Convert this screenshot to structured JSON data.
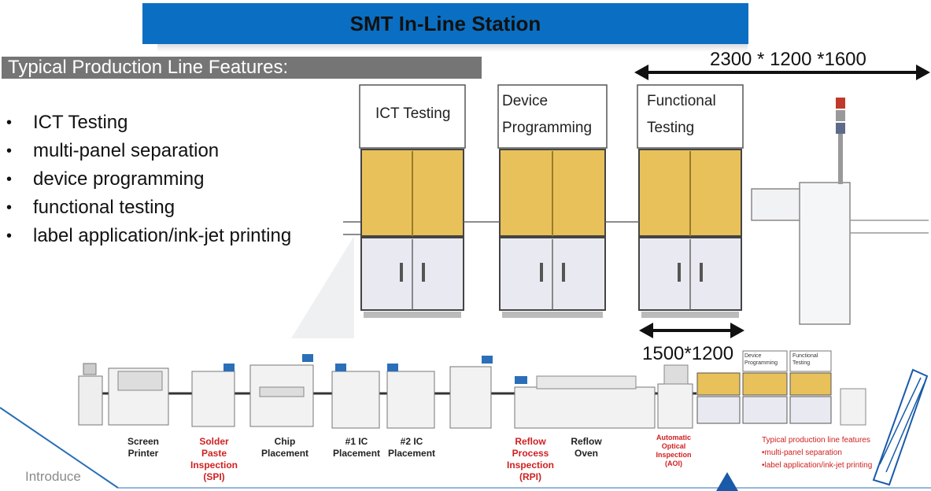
{
  "header": {
    "title": "SMT In-Line Station"
  },
  "features": {
    "heading": "Typical Production Line Features:",
    "items": [
      "ICT Testing",
      "multi-panel separation",
      "device programming",
      "functional testing",
      "label application/ink-jet printing"
    ]
  },
  "dimensions": {
    "overall": "2300 * 1200 *1600",
    "module": "1500*1200"
  },
  "modules": [
    {
      "lines": [
        "ICT Testing"
      ]
    },
    {
      "lines": [
        "Device",
        "Programming"
      ]
    },
    {
      "lines": [
        "Functional",
        "Testing"
      ]
    }
  ],
  "production_line": [
    {
      "lines": [
        "Screen",
        "Printer"
      ],
      "highlight": false
    },
    {
      "lines": [
        "Solder",
        "Paste",
        "Inspection",
        "(SPI)"
      ],
      "highlight": true
    },
    {
      "lines": [
        "Chip",
        "Placement"
      ],
      "highlight": false
    },
    {
      "lines": [
        "#1 IC",
        "Placement"
      ],
      "highlight": false
    },
    {
      "lines": [
        "#2 IC",
        "Placement"
      ],
      "highlight": false
    },
    {
      "lines": [
        "Reflow",
        "Process",
        "Inspection",
        "(RPI)"
      ],
      "highlight": true
    },
    {
      "lines": [
        "Reflow",
        "Oven"
      ],
      "highlight": false
    },
    {
      "lines": [
        "Automatic",
        "Optical",
        "Inspection",
        "(AOI)"
      ],
      "highlight": true
    }
  ],
  "mini_modules": [
    {
      "lines": [
        "Device",
        "Programming"
      ]
    },
    {
      "lines": [
        "Functional",
        "Testing"
      ]
    }
  ],
  "line_note": {
    "title": "Typical production line features",
    "items": [
      "•multi-panel separation",
      "•label application/ink-jet printing"
    ]
  },
  "footer": {
    "section": "Introduce"
  },
  "colors": {
    "title_bar": "#0a6fc2",
    "heading_bar": "#757575",
    "highlight_text": "#d02020",
    "machine_window": "#e8c15a"
  }
}
